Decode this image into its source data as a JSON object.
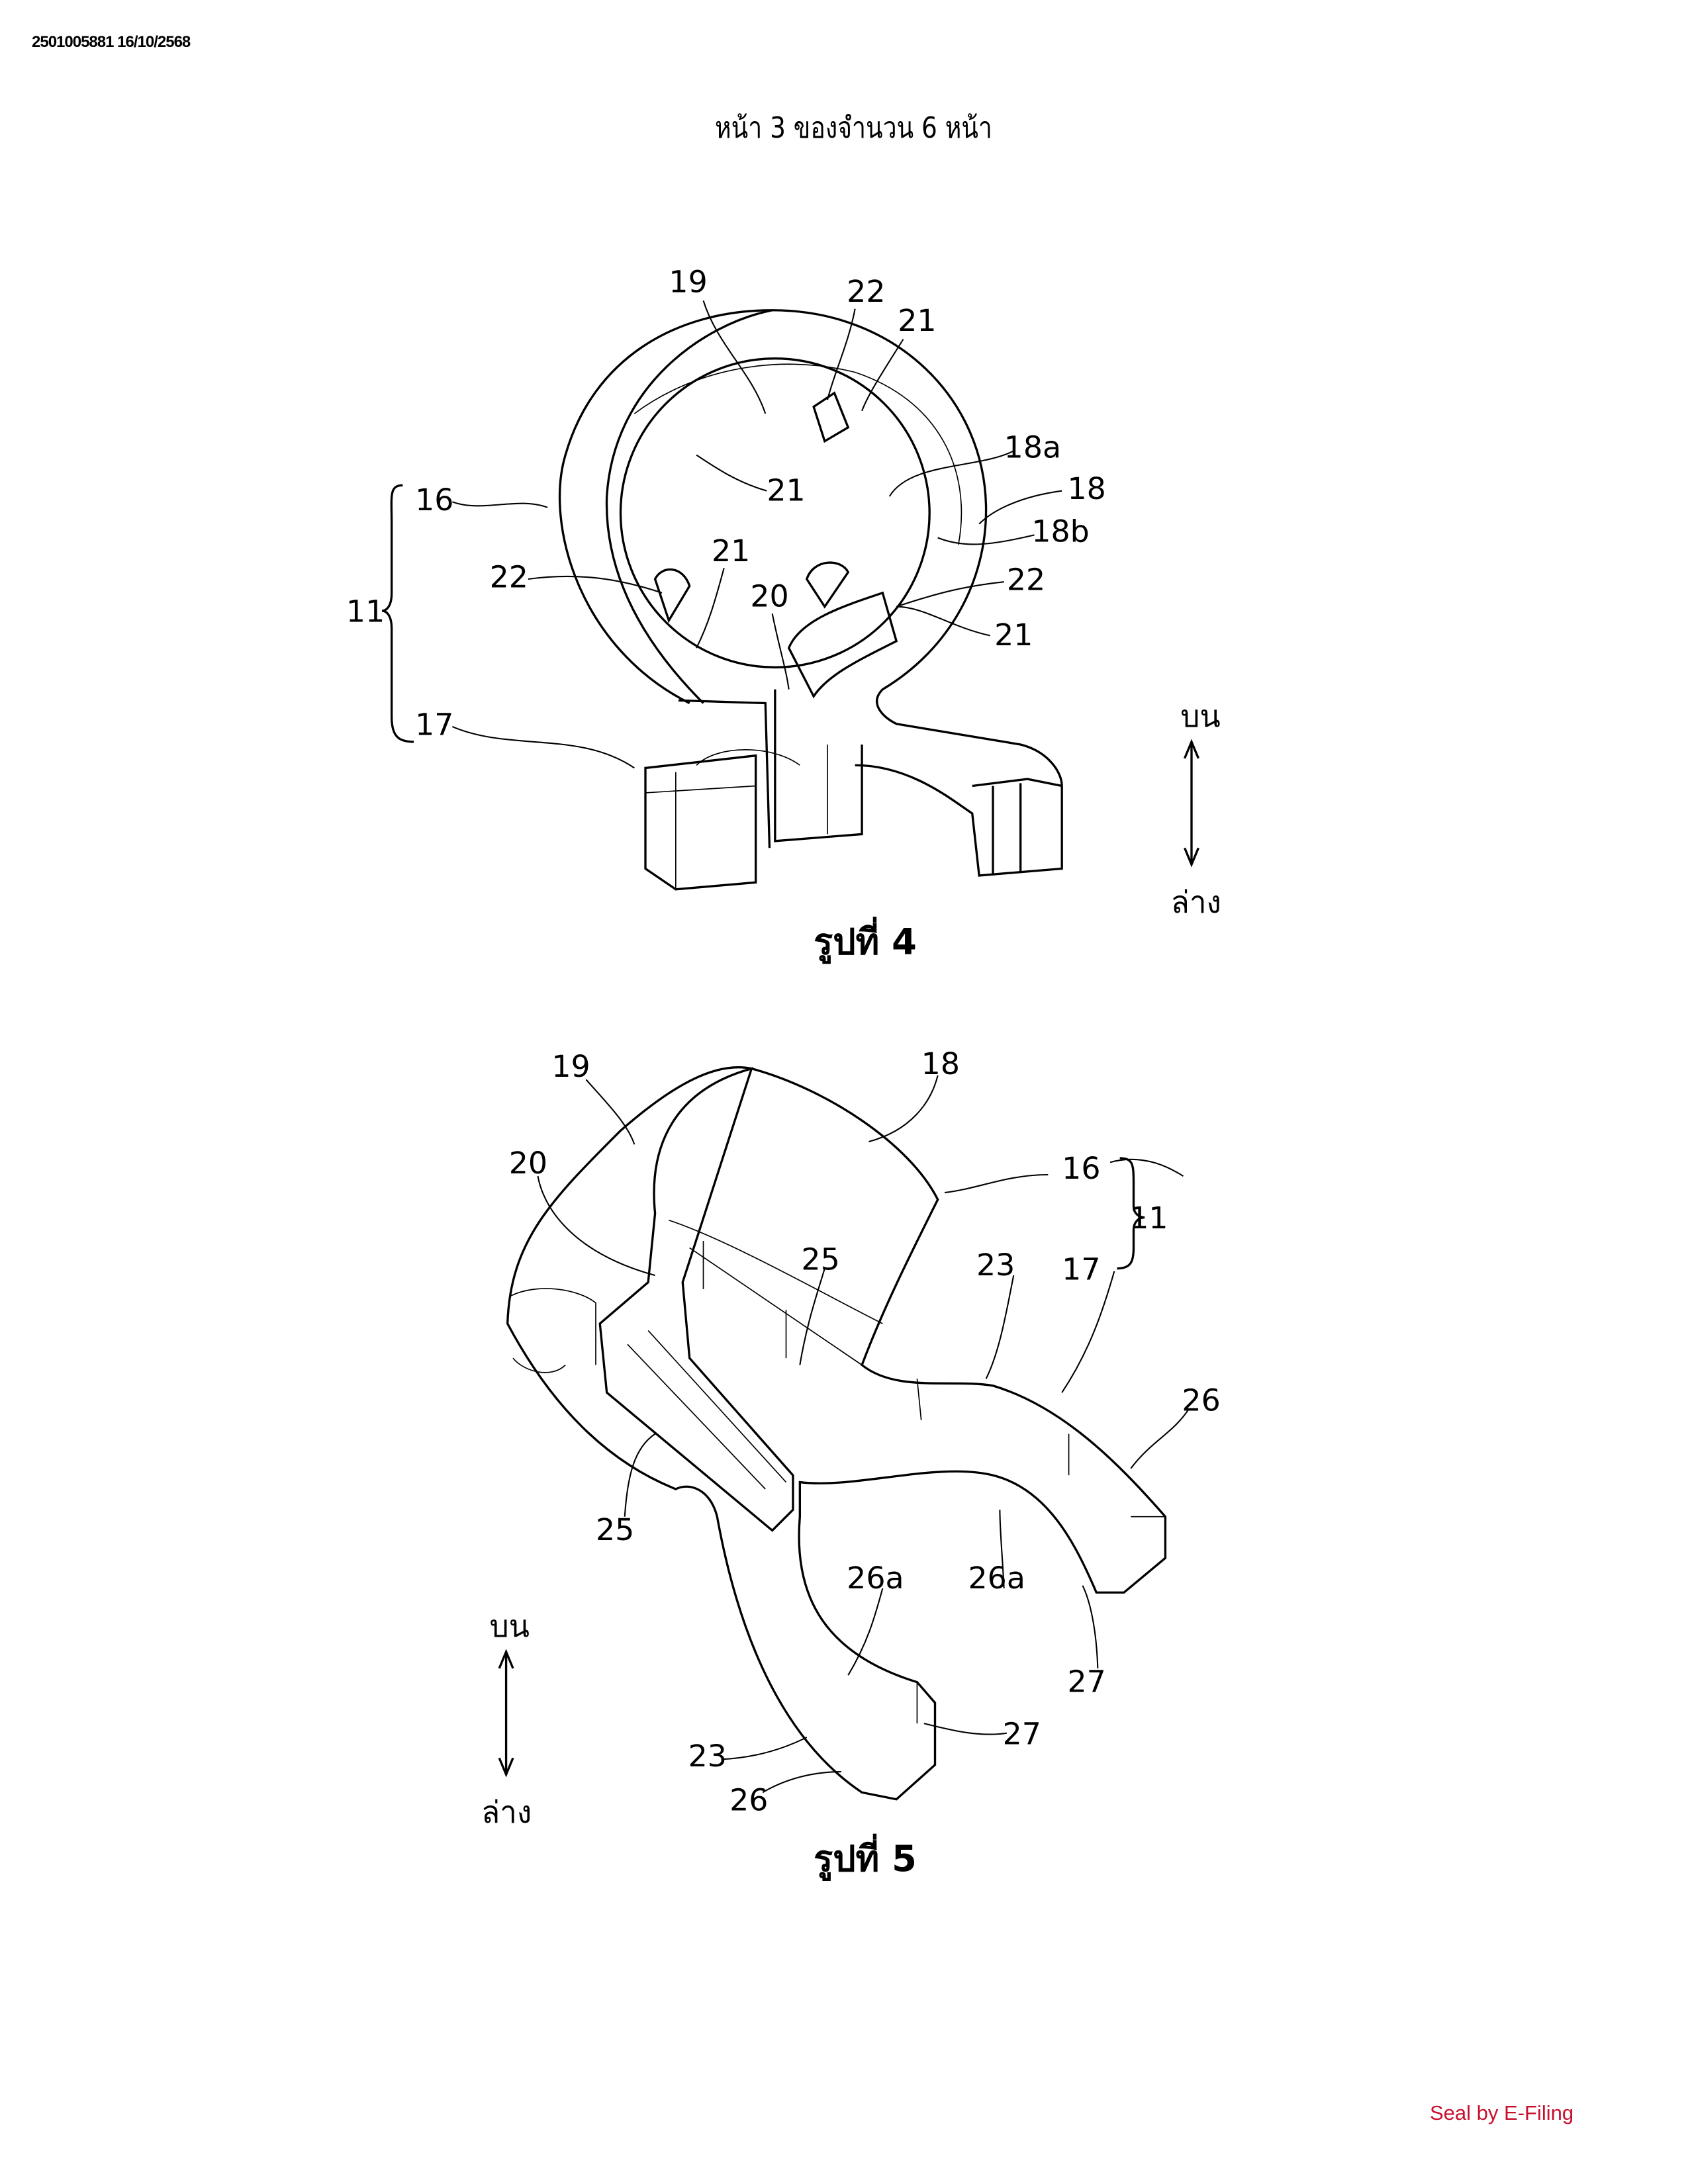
{
  "header": {
    "doc_id": "2501005881 16/10/2568",
    "page_label": "หน้า 3 ของจำนวน 6 หน้า"
  },
  "figure4": {
    "caption": "รูปที่ 4",
    "up": "บน",
    "down": "ล่าง",
    "labels": [
      "19",
      "22",
      "21",
      "18a",
      "18",
      "18b",
      "21",
      "16",
      "22",
      "21",
      "20",
      "22",
      "21",
      "11",
      "17"
    ]
  },
  "figure5": {
    "caption": "รูปที่ 5",
    "up": "บน",
    "down": "ล่าง",
    "labels": [
      "19",
      "18",
      "20",
      "16",
      "11",
      "25",
      "23",
      "17",
      "26",
      "25",
      "26a",
      "26a",
      "27",
      "23",
      "27",
      "26"
    ]
  },
  "footer": {
    "seal": "Seal by E-Filing"
  }
}
